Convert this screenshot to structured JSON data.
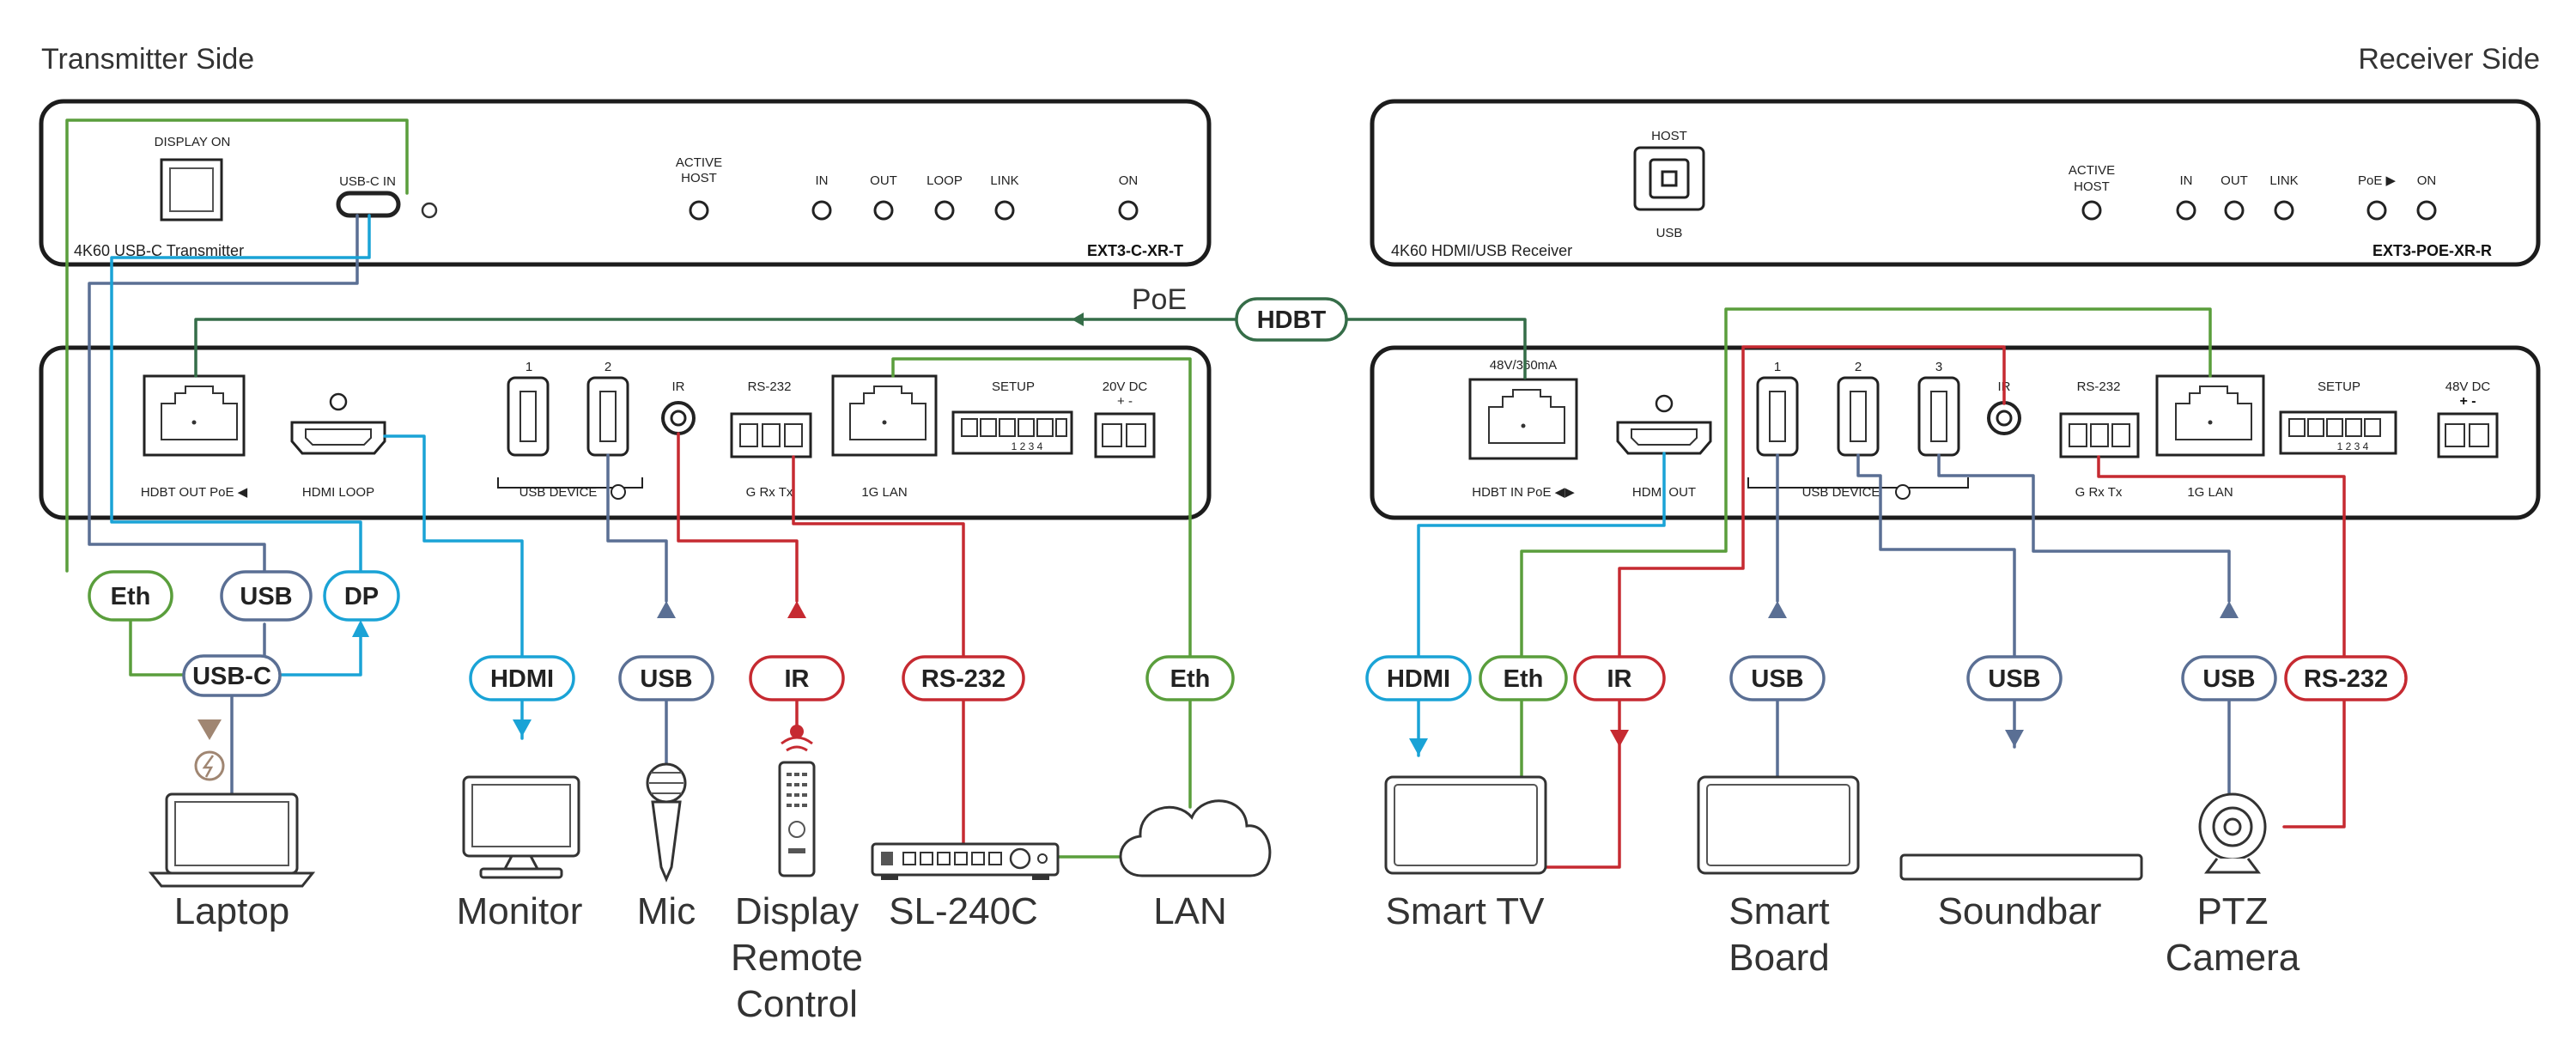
{
  "sides": {
    "transmitter": "Transmitter Side",
    "receiver": "Receiver Side"
  },
  "tx_front": {
    "display_on": "DISPLAY ON",
    "usbc_in": "USB-C IN",
    "active_host_1": "ACTIVE",
    "active_host_2": "HOST",
    "in": "IN",
    "out": "OUT",
    "loop": "LOOP",
    "link": "LINK",
    "on": "ON",
    "product": "4K60 USB-C Transmitter",
    "model": "EXT3-C-XR-T"
  },
  "tx_rear": {
    "hdbt_out": "HDBT OUT PoE ◀",
    "hdmi_loop": "HDMI LOOP",
    "port1": "1",
    "port2": "2",
    "usb_device": "USB DEVICE",
    "ir": "IR",
    "rs232": "RS-232",
    "grxtx": "G  Rx Tx",
    "lan": "1G LAN",
    "setup": "SETUP",
    "dc": "20V DC",
    "plusminus": "+   -",
    "dip": "1 2 3 4"
  },
  "rx_front": {
    "host": "HOST",
    "usb": "USB",
    "active_host_1": "ACTIVE",
    "active_host_2": "HOST",
    "in": "IN",
    "out": "OUT",
    "link": "LINK",
    "poe": "PoE ▶",
    "on": "ON",
    "product": "4K60 HDMI/USB Receiver",
    "model": "EXT3-POE-XR-R"
  },
  "rx_rear": {
    "power": "48V/360mA",
    "hdbt_in": "HDBT IN PoE ◀▶",
    "hdmi_out": "HDMI OUT",
    "port1": "1",
    "port2": "2",
    "port3": "3",
    "usb_device": "USB DEVICE",
    "ir": "IR",
    "rs232": "RS-232",
    "grxtx": "G  Rx Tx",
    "lan": "1G LAN",
    "setup": "SETUP",
    "dc": "48V DC",
    "plusminus": "+  -",
    "dip": "1 2 3 4"
  },
  "link": {
    "poe": "PoE",
    "hdbt": "HDBT"
  },
  "pills": {
    "eth_tx": "Eth",
    "usb_tx": "USB",
    "dp": "DP",
    "usbc": "USB-C",
    "hdmi_tx": "HDMI",
    "usb_mic": "USB",
    "ir_tx": "IR",
    "rs232_tx": "RS-232",
    "eth_lan": "Eth",
    "hdmi_rx": "HDMI",
    "eth_rx": "Eth",
    "ir_rx": "IR",
    "usb_board": "USB",
    "usb_sound": "USB",
    "usb_cam": "USB",
    "rs232_rx": "RS-232"
  },
  "devices": {
    "laptop": "Laptop",
    "monitor": "Monitor",
    "mic": "Mic",
    "remote_1": "Display",
    "remote_2": "Remote",
    "remote_3": "Control",
    "sl240c": "SL-240C",
    "lan": "LAN",
    "smart_tv": "Smart TV",
    "smart_board_1": "Smart",
    "smart_board_2": "Board",
    "soundbar": "Soundbar",
    "ptz_1": "PTZ",
    "ptz_2": "Camera"
  },
  "colors": {
    "eth": "#5a9e3c",
    "usb": "#5a6f94",
    "video": "#1aa3d6",
    "ir_serial": "#c62a31",
    "hdbt": "#356d48"
  }
}
